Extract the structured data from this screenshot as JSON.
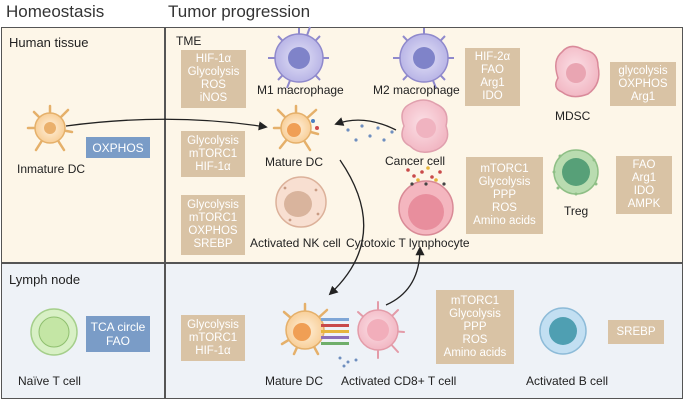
{
  "headers": {
    "homeostasis": "Homeostasis",
    "tumor_progression": "Tumor progression"
  },
  "panels": {
    "human_tissue": "Human tissue",
    "lymph_node": "Lymph node",
    "tme": "TME"
  },
  "boxes": {
    "m1": [
      "HIF-1α",
      "Glycolysis",
      "ROS",
      "iNOS"
    ],
    "m2": [
      "HIF-2α",
      "FAO",
      "Arg1",
      "IDO"
    ],
    "mdsc": [
      "glycolysis",
      "OXPHOS",
      "Arg1"
    ],
    "mature_dc_tme": [
      "Glycolysis",
      "mTORC1",
      "HIF-1α"
    ],
    "nk": [
      "Glycolysis",
      "mTORC1",
      "OXPHOS",
      "SREBP"
    ],
    "ctl": [
      "mTORC1",
      "Glycolysis",
      "PPP",
      "ROS",
      "Amino acids"
    ],
    "treg": [
      "FAO",
      "Arg1",
      "IDO",
      "AMPK"
    ],
    "immature_dc": [
      "OXPHOS"
    ],
    "naive_t": [
      "TCA circle",
      "FAO"
    ],
    "mature_dc_ln": [
      "Glycolysis",
      "mTORC1",
      "HIF-1α"
    ],
    "cd8": [
      "mTORC1",
      "Glycolysis",
      "PPP",
      "ROS",
      "Amino acids"
    ],
    "b_cell": [
      "SREBP"
    ]
  },
  "cells": {
    "m1": "M1 macrophage",
    "m2": "M2 macrophage",
    "mdsc": "MDSC",
    "immature_dc": "Inmature DC",
    "mature_dc_tme": "Mature DC",
    "cancer": "Cancer cell",
    "treg": "Treg",
    "nk": "Activated NK cell",
    "ctl": "Cytotoxic T lymphocyte",
    "naive_t": "Naïve T cell",
    "mature_dc_ln": "Mature DC",
    "cd8": "Activated CD8+ T cell",
    "b_cell": "Activated B cell"
  },
  "colors": {
    "tissue_bg": "#fdf6e8",
    "lymph_bg": "#eef2f7",
    "tan_box": "#d9c3a5",
    "blue_box": "#7a9cc7"
  }
}
